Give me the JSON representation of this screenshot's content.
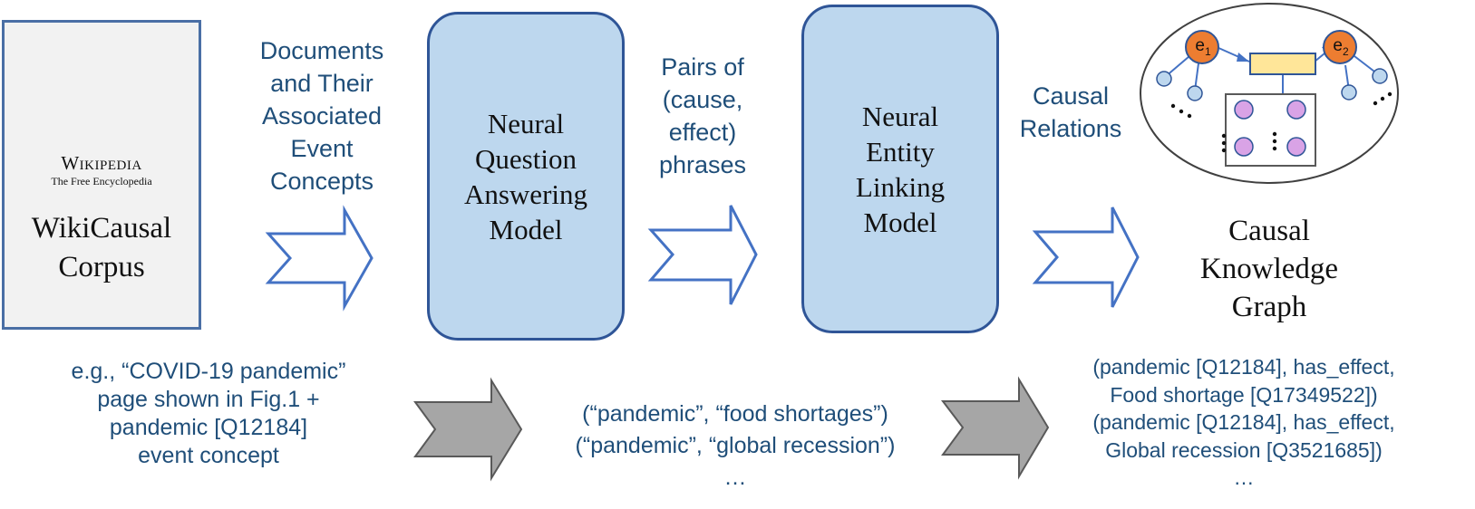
{
  "corpus": {
    "logo_wordmark": "Wikipedia",
    "logo_tagline": "The Free Encyclopedia",
    "title_lines": [
      "WikiCausal",
      "Corpus"
    ]
  },
  "label_documents": [
    "Documents",
    "and Their",
    "Associated",
    "Event",
    "Concepts"
  ],
  "model_qa": [
    "Neural",
    "Question",
    "Answering",
    "Model"
  ],
  "label_pairs": [
    "Pairs of",
    "(cause,",
    "effect)",
    "phrases"
  ],
  "model_el": [
    "Neural",
    "Entity",
    "Linking",
    "Model"
  ],
  "label_relations": [
    "Causal",
    "Relations"
  ],
  "graph": {
    "node_e1_main": "e",
    "node_e1_sub": "1",
    "node_e2_main": "e",
    "node_e2_sub": "2",
    "title_lines": [
      "Causal",
      "Knowledge",
      "Graph"
    ]
  },
  "example_input": [
    "e.g., “COVID-19 pandemic”",
    "page shown in Fig.1 +",
    "pandemic [Q12184]",
    "event concept"
  ],
  "example_pairs": [
    "(“pandemic”, “food shortages”)",
    "(“pandemic”, “global recession”)",
    "…"
  ],
  "example_relations": [
    "(pandemic [Q12184], has_effect,",
    "Food shortage [Q17349522])",
    "(pandemic [Q12184], has_effect,",
    "Global recession [Q3521685])",
    "…"
  ],
  "colors": {
    "box_fill": "#bdd7ee",
    "box_border": "#2f5597",
    "label_text": "#1f4e79",
    "arrow_outline": "#4472c4",
    "gray_arrow": "#a6a6a6",
    "entity_node": "#ed7d31",
    "relation_node": "#ffe699",
    "leaf_node": "#bdd7ee",
    "sub_node": "#d9a3e6"
  }
}
